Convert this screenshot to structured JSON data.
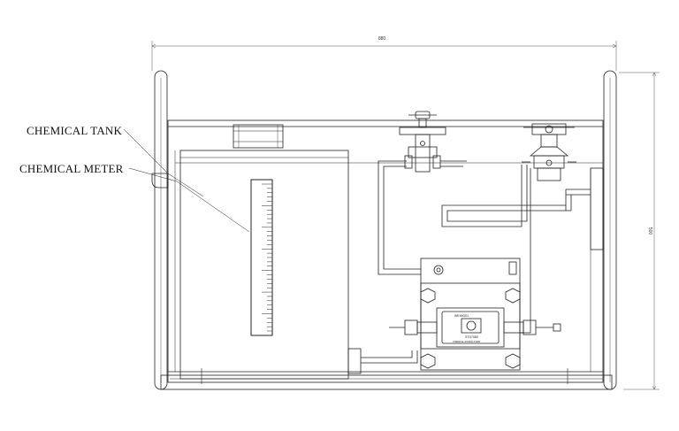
{
  "labels": {
    "chemical_tank": "CHEMICAL TANK",
    "chemical_meter": "CHEMICAL METER"
  },
  "dimensions": {
    "width": "880",
    "height": "500"
  },
  "plate": {
    "brand": "WEIMOEL",
    "model": "STD7080",
    "subtext": "CHEMICAL DOSING PUMP"
  },
  "meter_ticks": 34
}
